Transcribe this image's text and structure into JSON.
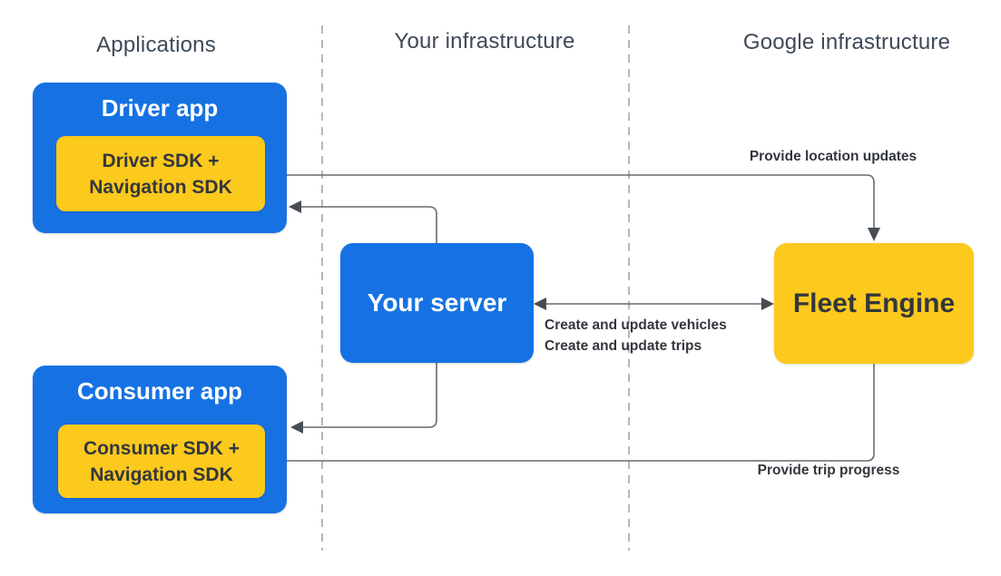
{
  "columns": [
    {
      "label": "Applications"
    },
    {
      "label": "Your infrastructure"
    },
    {
      "label": "Google infrastructure"
    }
  ],
  "nodes": {
    "driver_app": {
      "title": "Driver app",
      "sdk_line1": "Driver SDK +",
      "sdk_line2": "Navigation SDK"
    },
    "consumer_app": {
      "title": "Consumer app",
      "sdk_line1": "Consumer SDK +",
      "sdk_line2": "Navigation SDK"
    },
    "your_server": {
      "title": "Your server"
    },
    "fleet_engine": {
      "title": "Fleet Engine"
    }
  },
  "edges": {
    "location_updates": {
      "label": "Provide location updates"
    },
    "server_fleet": {
      "label_line1": "Create and update vehicles",
      "label_line2": "Create and update trips"
    },
    "trip_progress": {
      "label": "Provide trip progress"
    }
  },
  "colors": {
    "node_blue": "#1672e3",
    "node_yellow": "#fcc91d",
    "connector_line": "#666b70",
    "arrowhead": "#474d54",
    "divider": "#9aa0a6",
    "header_text": "#3e4a57",
    "label_text": "#33373d",
    "blue_node_text": "#ffffff"
  }
}
